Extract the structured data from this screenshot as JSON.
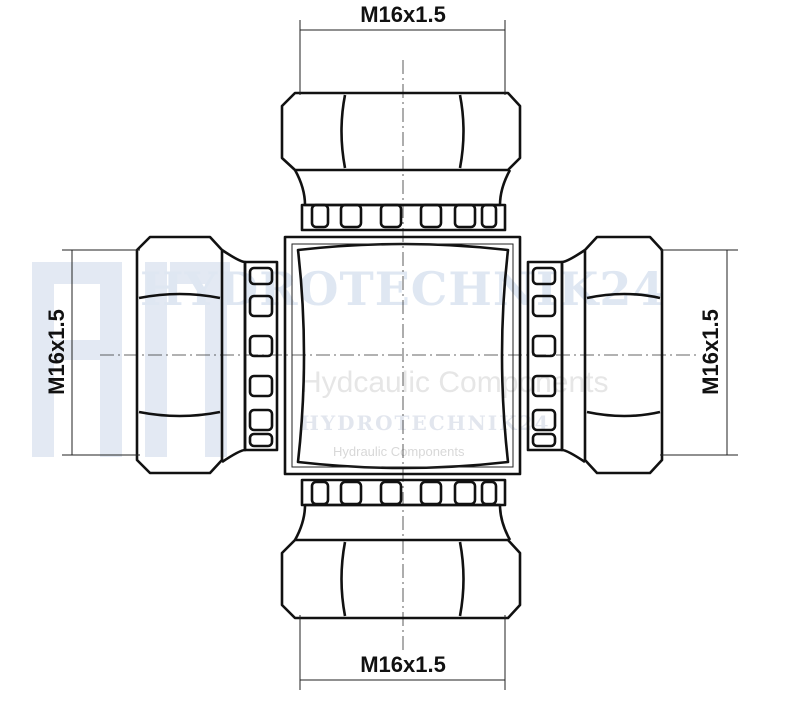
{
  "dimensions": {
    "top": "M16x1.5",
    "bottom": "M16x1.5",
    "left": "M16x1.5",
    "right": "M16x1.5"
  },
  "watermark": {
    "brand": "HYDROTECHNIK24",
    "tagline": "Hydcaulic Components",
    "brand_small": "HYDROTECHNIK24",
    "tagline_small": "Hydraulic Components"
  }
}
